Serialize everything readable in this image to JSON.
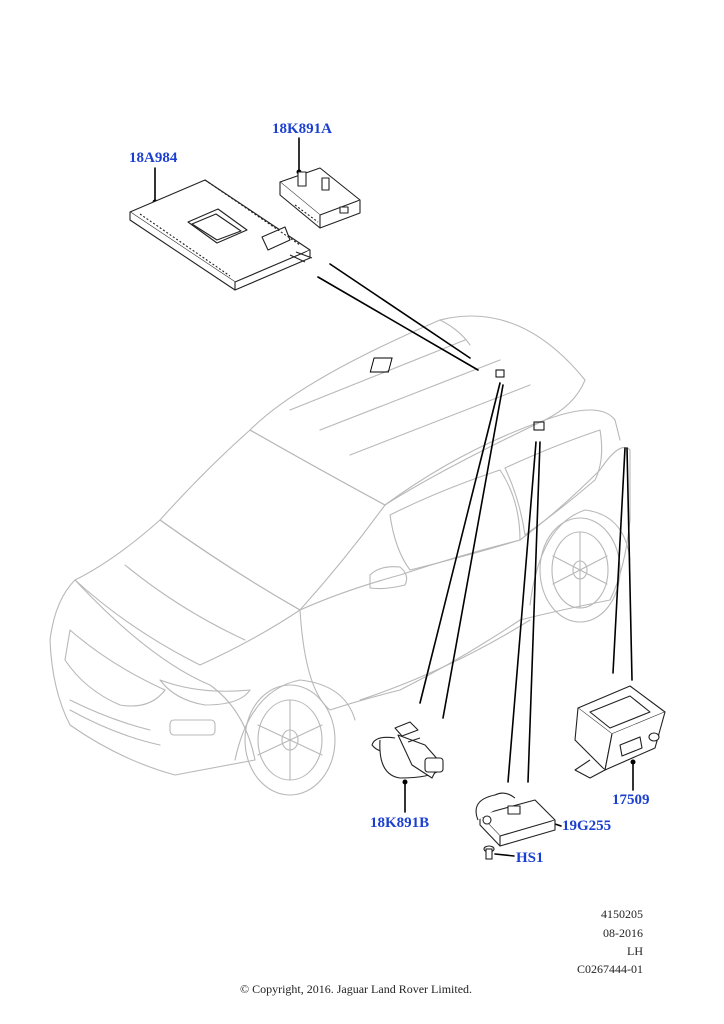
{
  "labels": {
    "l18a984": "18A984",
    "l18k891a": "18K891A",
    "l18k891b": "18K891B",
    "l19g255": "19G255",
    "lhs1": "HS1",
    "l17509": "17509"
  },
  "meta": {
    "code": "4150205",
    "date": "08-2016",
    "side": "LH",
    "ref": "C0267444-01"
  },
  "copyright": "© Copyright, 2016. Jaguar Land Rover Limited.",
  "colors": {
    "label": "#1a3fd1",
    "line": "#000000",
    "outline": "#b8b8b8"
  }
}
